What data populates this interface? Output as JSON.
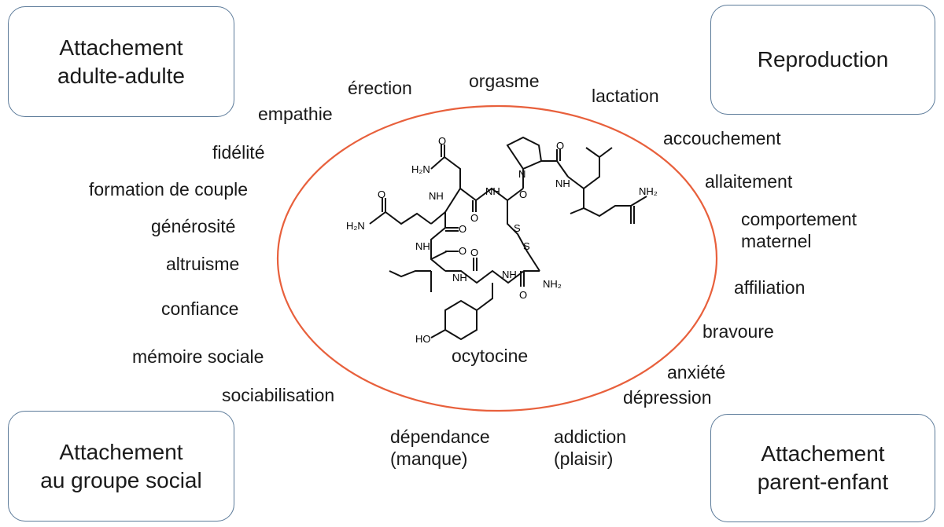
{
  "corners": {
    "top_left": {
      "lines": [
        "Attachement",
        "adulte-adulte"
      ]
    },
    "top_right": {
      "lines": [
        "Reproduction"
      ]
    },
    "bottom_left": {
      "lines": [
        "Attachement",
        "au groupe social"
      ]
    },
    "bottom_right": {
      "lines": [
        "Attachement",
        "parent-enfant"
      ]
    }
  },
  "center_label": "ocytocine",
  "terms": {
    "erection": "érection",
    "orgasme": "orgasme",
    "lactation": "lactation",
    "empathie": "empathie",
    "fidelite": "fidélité",
    "formation_de_couple": "formation de couple",
    "generosite": "générosité",
    "altruisme": "altruisme",
    "confiance": "confiance",
    "memoire_sociale": "mémoire sociale",
    "sociabilisation": "sociabilisation",
    "accouchement": "accouchement",
    "allaitement": "allaitement",
    "comportement_maternel": [
      "comportement",
      "maternel"
    ],
    "affiliation": "affiliation",
    "bravoure": "bravoure",
    "anxiete": "anxiété",
    "depression": "dépression",
    "dependance": [
      "dépendance",
      "(manque)"
    ],
    "addiction": [
      "addiction",
      "(plaisir)"
    ]
  },
  "molecule": {
    "atom_labels": {
      "o1": "O",
      "o2": "O",
      "o3": "O",
      "o4": "O",
      "o5": "O",
      "o6": "O",
      "o7": "O",
      "o8": "O",
      "o9": "O",
      "nh_a": "NH",
      "nh_b": "NH",
      "nh_c": "NH",
      "nh_d": "NH",
      "nh_e": "NH",
      "nh_f": "NH",
      "n_pro": "N",
      "s1": "S",
      "s2": "S",
      "h2n_1": "H₂N",
      "h2n_2": "H₂N",
      "nh2_1": "NH₂",
      "nh2_2": "NH₂",
      "ho": "HO"
    }
  },
  "colors": {
    "ellipse": "#e8603c",
    "box_border": "#5b7a99",
    "text": "#1a1a1a"
  }
}
